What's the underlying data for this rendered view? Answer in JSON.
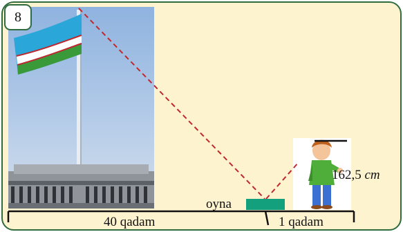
{
  "problem_number": "8",
  "labels": {
    "mirror": "oyna",
    "distance_flag": "40 qadam",
    "distance_boy": "1 qadam",
    "height_value": "162,5",
    "height_unit": "cm"
  },
  "colors": {
    "border": "#2e6b3e",
    "background": "#fdf3cf",
    "sight_line": "#c0282d",
    "mirror": "#13a07c"
  },
  "icons": [
    "flag-photo",
    "boy-figure"
  ]
}
